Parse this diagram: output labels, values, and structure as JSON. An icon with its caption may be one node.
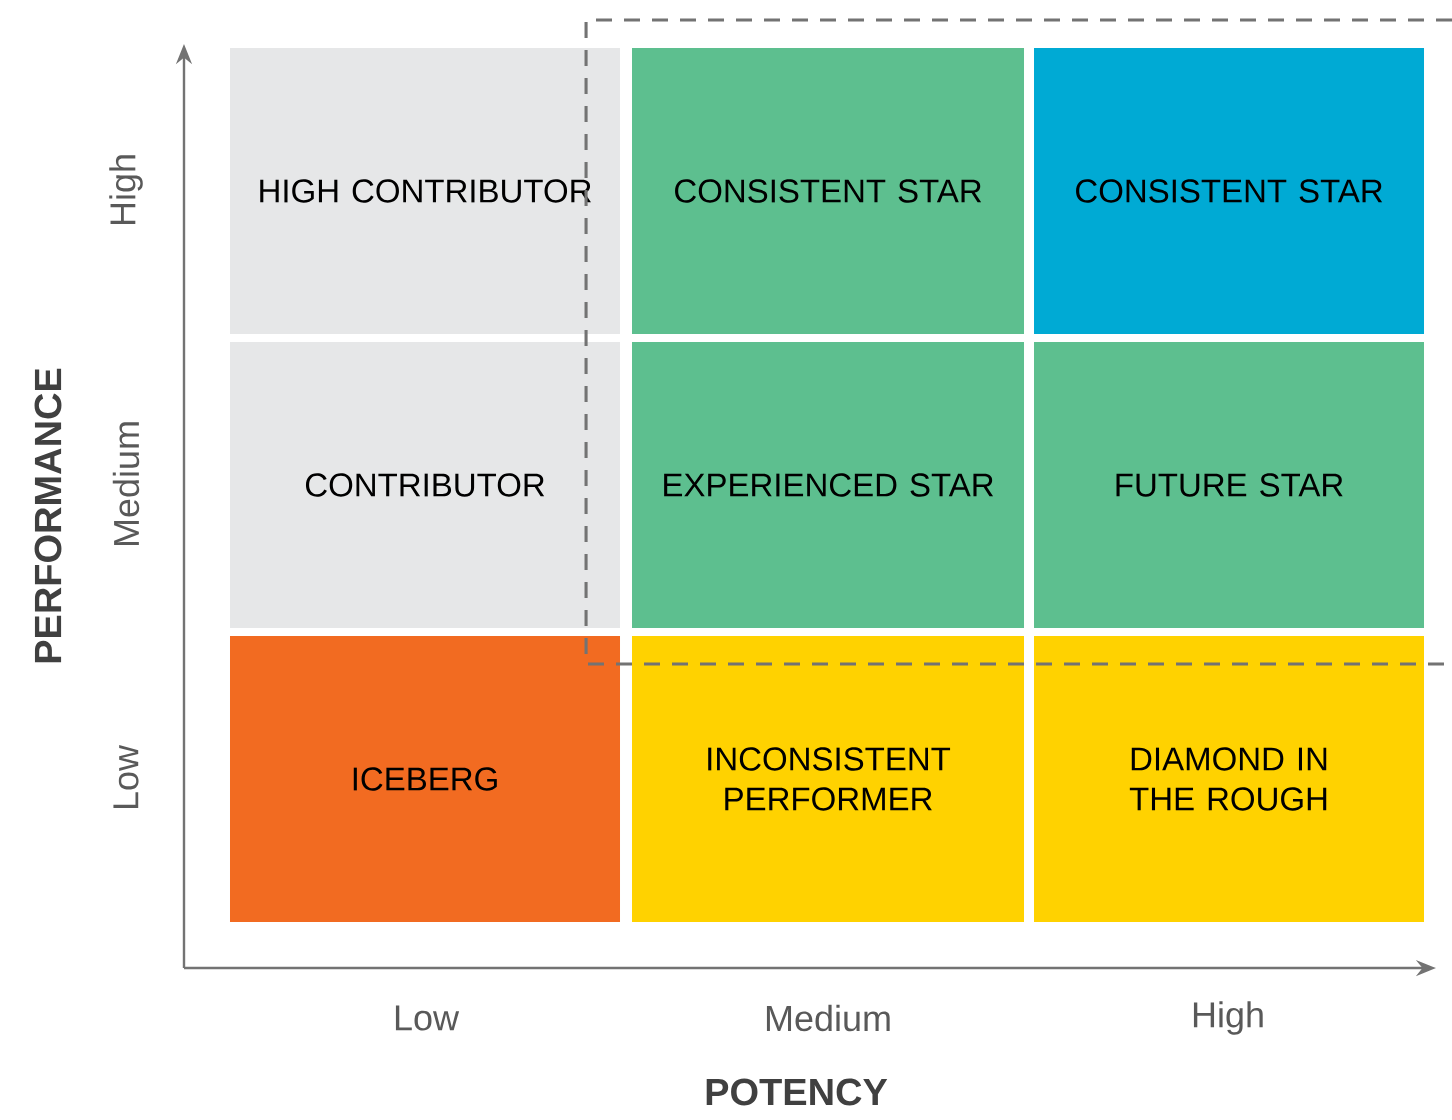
{
  "diagram": {
    "nodes": [
      {
        "text": [
          "HIGH CONTRIBUTOR"
        ]
      },
      {
        "text": [
          "CONSISTENT STAR"
        ]
      },
      {
        "text": [
          "CONSISTENT STAR"
        ]
      },
      {
        "text": [
          "CONTRIBUTOR"
        ]
      },
      {
        "text": [
          "EXPERIENCED STAR"
        ]
      },
      {
        "text": [
          "FUTURE STAR"
        ]
      },
      {
        "text": [
          "ICEBERG"
        ]
      },
      {
        "text": [
          "INCONSISTENT PERFORMER"
        ]
      },
      {
        "text": [
          "DIAMOND IN THE ROUGH"
        ]
      }
    ],
    "labels": [
      "High",
      "Medium",
      "Low",
      "PERFORMANCE",
      "Low",
      "Medium",
      "High",
      "POTENCY"
    ]
  }
}
